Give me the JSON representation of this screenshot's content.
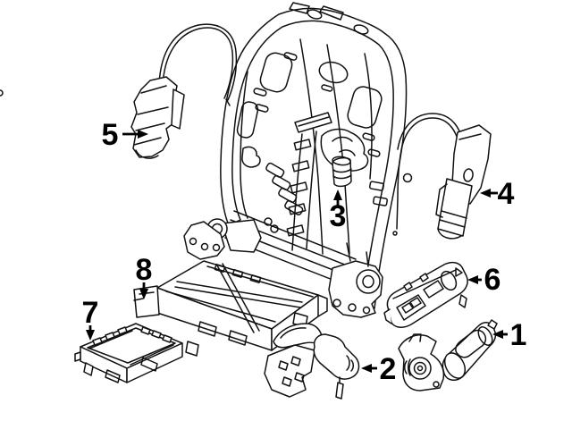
{
  "diagram": {
    "background_color": "#ffffff",
    "line_color": "#111111",
    "callout_color": "#000000",
    "callouts": [
      {
        "label": "1",
        "arrow_direction": "left"
      },
      {
        "label": "2",
        "arrow_direction": "left"
      },
      {
        "label": "3",
        "arrow_direction": "up"
      },
      {
        "label": "4",
        "arrow_direction": "left"
      },
      {
        "label": "5",
        "arrow_direction": "right"
      },
      {
        "label": "6",
        "arrow_direction": "left"
      },
      {
        "label": "7",
        "arrow_direction": "down"
      },
      {
        "label": "8",
        "arrow_direction": "down"
      }
    ]
  }
}
